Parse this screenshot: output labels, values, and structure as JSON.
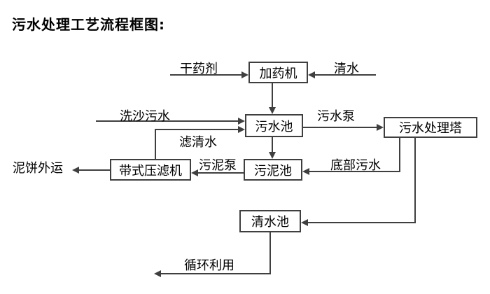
{
  "title": "污水处理工艺流程框图:",
  "nodes": {
    "dosing_machine": "加药机",
    "sewage_pool": "污水池",
    "sewage_treatment_tower": "污水处理塔",
    "sludge_pool": "污泥池",
    "belt_filter_press": "带式压滤机",
    "clean_water_pool": "清水池"
  },
  "edges": [
    {
      "id": "dry-agent",
      "from": "external",
      "to": "dosing_machine",
      "label": "干药剂"
    },
    {
      "id": "clean-water",
      "from": "external",
      "to": "dosing_machine",
      "label": "清水"
    },
    {
      "id": "dosing-to-sewage-pool",
      "from": "dosing_machine",
      "to": "sewage_pool",
      "label": ""
    },
    {
      "id": "sand-washing-sewage",
      "from": "external",
      "to": "sewage_pool",
      "label": "洗沙污水"
    },
    {
      "id": "filtered-water",
      "from": "belt_filter_press",
      "to": "sewage_pool",
      "label": "滤清水"
    },
    {
      "id": "sewage-pump",
      "from": "sewage_pool",
      "to": "sewage_treatment_tower",
      "label": "污水泵"
    },
    {
      "id": "pool-to-sludge",
      "from": "sewage_pool",
      "to": "sludge_pool",
      "label": ""
    },
    {
      "id": "sludge-pump",
      "from": "sludge_pool",
      "to": "belt_filter_press",
      "label": "污泥泵"
    },
    {
      "id": "mud-cake-outbound",
      "from": "belt_filter_press",
      "to": "external",
      "label": "泥饼外运"
    },
    {
      "id": "bottom-sewage",
      "from": "sewage_treatment_tower",
      "to": "sludge_pool",
      "label": "底部污水"
    },
    {
      "id": "tower-to-clean-pool",
      "from": "sewage_treatment_tower",
      "to": "clean_water_pool",
      "label": ""
    },
    {
      "id": "recycling",
      "from": "clean_water_pool",
      "to": "external",
      "label": "循环利用"
    }
  ],
  "colors": {
    "line": "#3f3f3f",
    "box_border": "#3f3f3f",
    "box_fill": "#ffffff",
    "text": "#000000",
    "background": "#ffffff"
  }
}
